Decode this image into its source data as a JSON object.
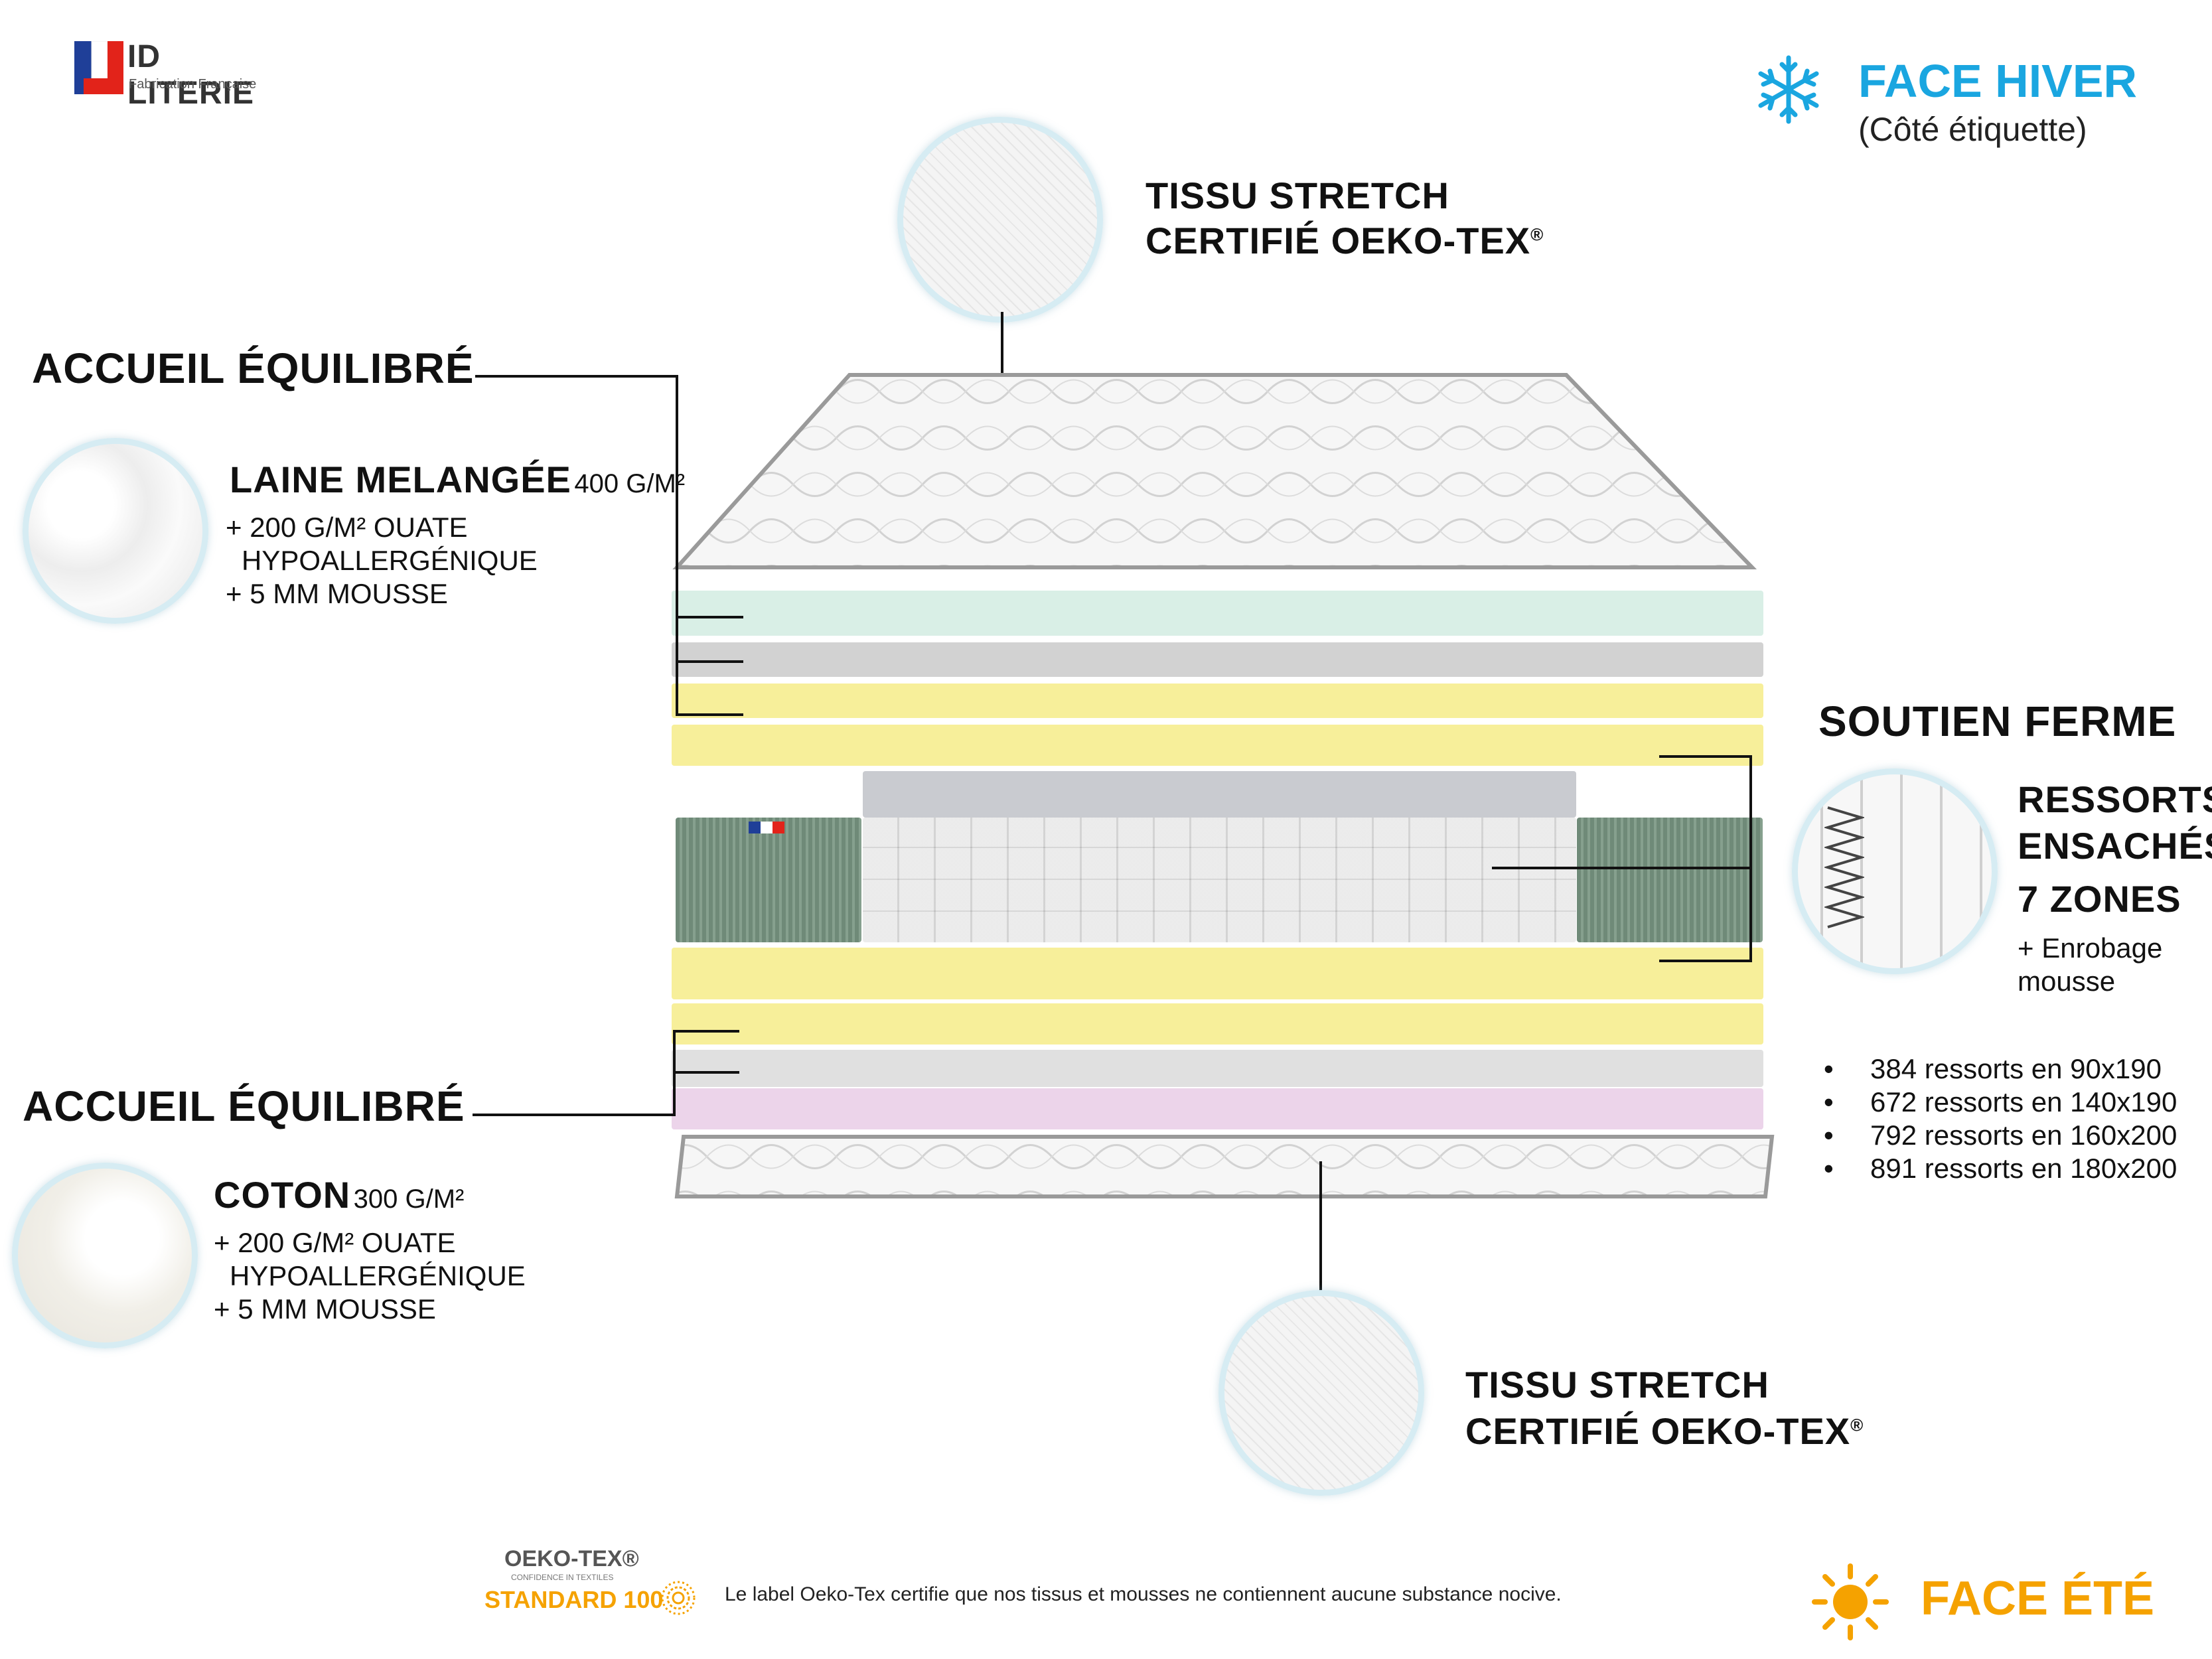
{
  "brand": {
    "name": "ID LITERIE",
    "tagline": "Fabrication Française"
  },
  "face_hiver": {
    "title": "FACE HIVER",
    "subtitle": "(Côté étiquette)"
  },
  "face_ete": {
    "title": "FACE ÉTÉ"
  },
  "top_fabric": {
    "line1": "TISSU STRETCH",
    "line2": "CERTIFIÉ OEKO-TEX",
    "sup": "®"
  },
  "bottom_fabric": {
    "line1": "TISSU STRETCH",
    "line2": "CERTIFIÉ OEKO-TEX",
    "sup": "®"
  },
  "comfort_top": {
    "heading": "ACCUEIL ÉQUILIBRÉ",
    "material": "LAINE MELANGÉE",
    "weight": "400 G/M²",
    "extra1": "+ 200 G/M² OUATE",
    "extra2": "HYPOALLERGÉNIQUE",
    "extra3": "+ 5 MM MOUSSE"
  },
  "comfort_bottom": {
    "heading": "ACCUEIL ÉQUILIBRÉ",
    "material": "COTON",
    "weight": "300 G/M²",
    "extra1": "+ 200 G/M² OUATE",
    "extra2": "HYPOALLERGÉNIQUE",
    "extra3": "+ 5 MM MOUSSE"
  },
  "support": {
    "heading": "SOUTIEN FERME",
    "line1": "RESSORTS",
    "line2": "ENSACHÉS",
    "line3": "7 ZONES",
    "extra1": "+ Enrobage",
    "extra2": "mousse",
    "springs": [
      "384 ressorts en 90x190",
      "672 ressorts en 140x190",
      "792 ressorts en 160x200",
      "891 ressorts en 180x200"
    ]
  },
  "oekotex": {
    "logo_top": "OEKO-TEX®",
    "logo_small": "CONFIDENCE IN TEXTILES",
    "logo_bottom": "STANDARD 100",
    "note": "Le label Oeko-Tex certifie que nos tissus et mousses ne contiennent aucune substance nocive."
  },
  "colors": {
    "accent_blue": "#1aa6e0",
    "accent_orange": "#f5a200",
    "foam_yellow": "#f7ef9a",
    "foam_green": "#d9efe6",
    "foam_grey": "#d2d2d2",
    "foam_pink": "#ecd4ea",
    "spring_green": "#6f8a78",
    "flag_blue": "#1f3f98",
    "flag_red": "#e2231a"
  },
  "icons": [
    "france-flag-logo",
    "snowflake-icon",
    "sun-icon",
    "oekotex-flower-icon"
  ]
}
